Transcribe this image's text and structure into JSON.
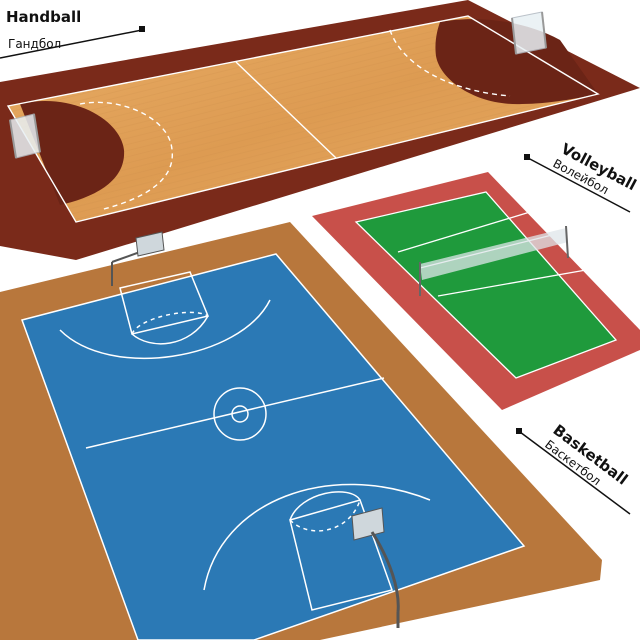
{
  "labels": {
    "handball": {
      "title": "Handball",
      "subtitle": "Гандбол"
    },
    "volleyball": {
      "title": "Volleyball",
      "subtitle": "Волейбол"
    },
    "basketball": {
      "title": "Basketball",
      "subtitle": "Баскетбол"
    }
  },
  "colors": {
    "handball_border": "#7a2a1a",
    "handball_floor": "#e2a35c",
    "handball_zone": "#6b2416",
    "volley_border": "#c8504a",
    "volley_court": "#1f9a3c",
    "basket_border": "#b8773c",
    "basket_court": "#2b79b5",
    "lines": "#ffffff"
  }
}
